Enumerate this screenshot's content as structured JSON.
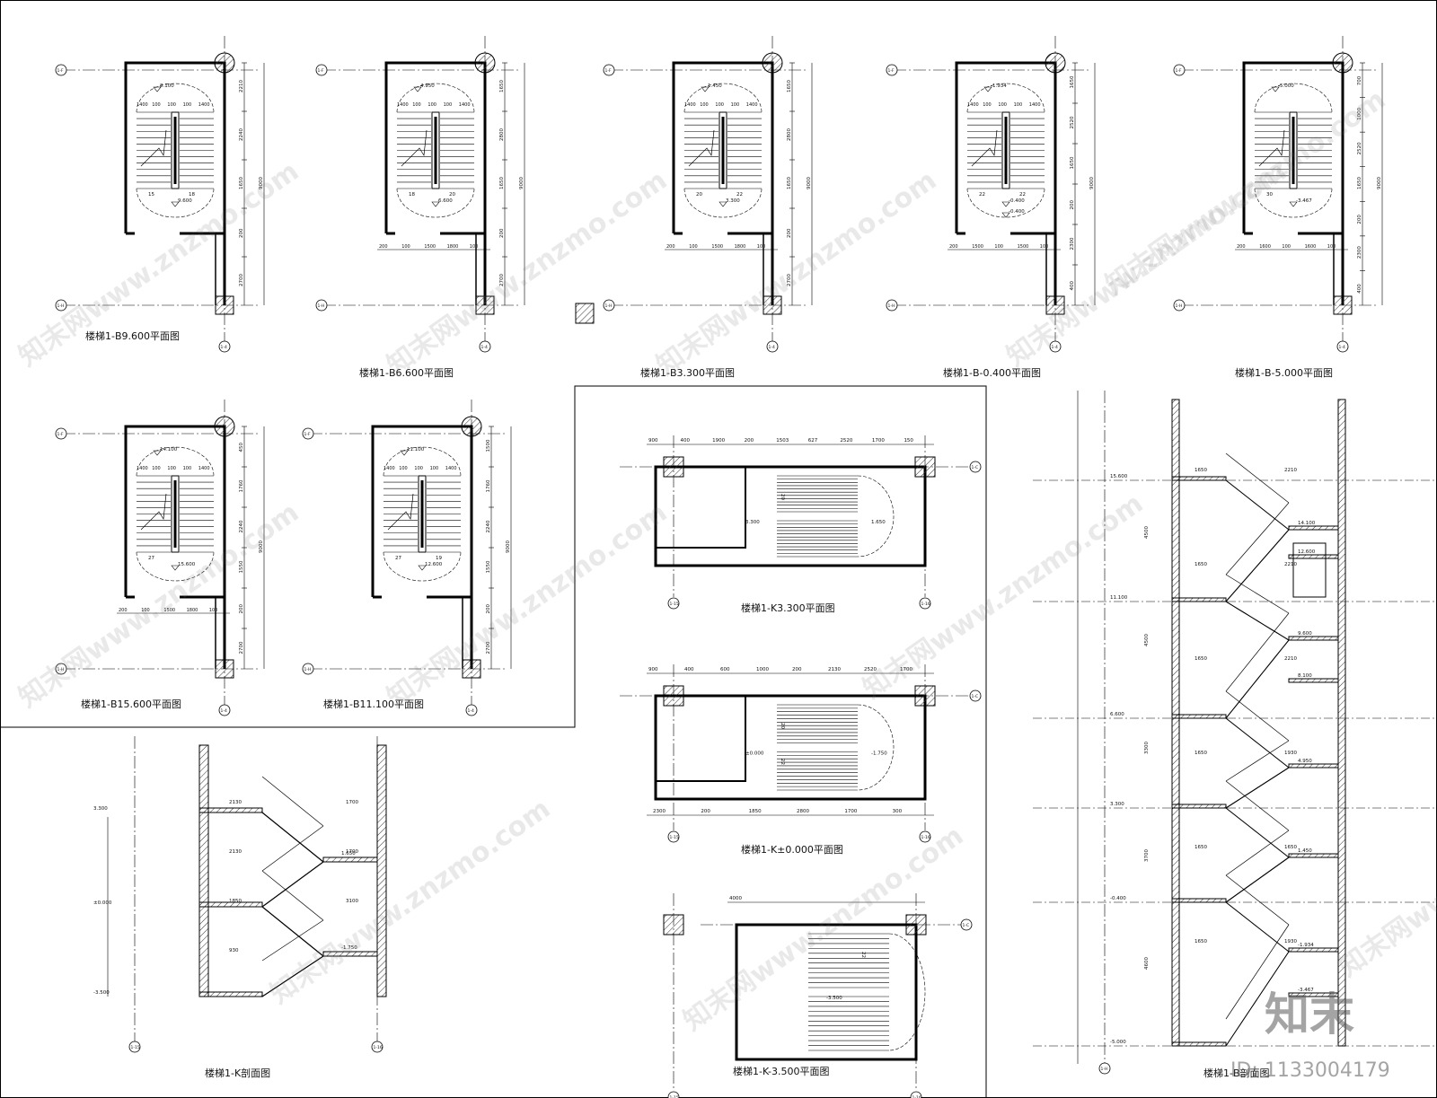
{
  "plans": [
    {
      "caption": "楼梯1-B9.600平面图",
      "axes": [
        "1-F",
        "1-H",
        "1-4"
      ],
      "dims_right": [
        "2210",
        "2240",
        "1650",
        "200",
        "2700"
      ],
      "dim_total": "9000",
      "dims_top": [
        "1400",
        "100",
        "100",
        "100",
        "1400"
      ],
      "dims_bottom": [],
      "levels": [
        "8.100",
        "9.600"
      ],
      "steps": [
        "15",
        "18"
      ]
    },
    {
      "caption": "楼梯1-B6.600平面图",
      "axes": [
        "1-F",
        "1-H",
        "1-4"
      ],
      "dims_right": [
        "1650",
        "2800",
        "1650",
        "200",
        "2700"
      ],
      "dim_total": "9000",
      "dims_top": [
        "1400",
        "100",
        "100",
        "100",
        "1400"
      ],
      "dims_bottom": [
        "200",
        "100",
        "1500",
        "1800",
        "100"
      ],
      "levels": [
        "4.950",
        "6.600"
      ],
      "steps": [
        "18",
        "20"
      ]
    },
    {
      "caption": "楼梯1-B3.300平面图",
      "axes": [
        "1-F",
        "1-H",
        "1-4"
      ],
      "dims_right": [
        "1650",
        "2800",
        "1650",
        "200",
        "2700"
      ],
      "dim_total": "9000",
      "dims_top": [
        "1400",
        "100",
        "100",
        "100",
        "1400"
      ],
      "dims_bottom": [
        "200",
        "100",
        "1500",
        "1800",
        "100"
      ],
      "levels": [
        "1.450",
        "3.300"
      ],
      "steps": [
        "20",
        "22"
      ]
    },
    {
      "caption": "楼梯1-B-0.400平面图",
      "axes": [
        "1-F",
        "1-H",
        "1-4"
      ],
      "dims_right": [
        "1650",
        "2520",
        "1650",
        "200",
        "2300",
        "400"
      ],
      "dim_total": "9000",
      "dims_top": [
        "1400",
        "100",
        "100",
        "100",
        "1400"
      ],
      "dims_bottom": [
        "200",
        "1500",
        "100",
        "1500",
        "100"
      ],
      "levels": [
        "-1.934",
        "-0.400",
        "-0.400"
      ],
      "steps": [
        "22",
        "22"
      ]
    },
    {
      "caption": "楼梯1-B-5.000平面图",
      "axes": [
        "1-F",
        "1-H",
        "1-4"
      ],
      "dims_right": [
        "700",
        "1000",
        "2520",
        "1650",
        "200",
        "2300",
        "400"
      ],
      "dim_total": "9000",
      "dims_top": [],
      "dims_bottom": [
        "200",
        "1600",
        "100",
        "1600",
        "100"
      ],
      "levels": [
        "-5.000",
        "-3.467"
      ],
      "steps": [
        "30"
      ]
    },
    {
      "caption": "楼梯1-B15.600平面图",
      "axes": [
        "1-F",
        "1-H",
        "1-4"
      ],
      "dims_right": [
        "450",
        "1760",
        "2240",
        "1550",
        "200",
        "2700"
      ],
      "dim_total": "9000",
      "dims_top": [
        "1400",
        "100",
        "100",
        "100",
        "1400"
      ],
      "dims_bottom": [
        "200",
        "100",
        "1500",
        "1800",
        "100"
      ],
      "levels": [
        "14.100",
        "15.600"
      ],
      "steps": [
        "27"
      ]
    },
    {
      "caption": "楼梯1-B11.100平面图",
      "axes": [
        "1-F",
        "1-H",
        "1-4"
      ],
      "dims_right": [
        "1500",
        "1760",
        "2240",
        "1550",
        "200",
        "2700"
      ],
      "dim_total": "9000",
      "dims_top": [
        "1400",
        "100",
        "100",
        "100",
        "1400"
      ],
      "dims_bottom": [],
      "levels": [
        "11.100",
        "12.600"
      ],
      "steps": [
        "27",
        "19"
      ]
    }
  ],
  "kplans": [
    {
      "caption": "楼梯1-K3.300平面图",
      "axes": [
        "1-C",
        "1-15",
        "1-16"
      ],
      "dims_top": [
        "900",
        "400",
        "1900",
        "200",
        "1503",
        "627",
        "2520",
        "1700",
        "150"
      ],
      "levels": [
        "3.300",
        "1.650"
      ],
      "steps": [
        "20"
      ]
    },
    {
      "caption": "楼梯1-K±0.000平面图",
      "axes": [
        "1-C",
        "1-15",
        "1-16"
      ],
      "dims_top": [
        "900",
        "400",
        "600",
        "1000",
        "200",
        "2130",
        "2520",
        "1700"
      ],
      "dims_bottom": [
        "2300",
        "200",
        "1850",
        "2800",
        "1700",
        "300"
      ],
      "levels": [
        "±0.000",
        "-1.750"
      ],
      "steps": [
        "20",
        "22"
      ]
    },
    {
      "caption": "楼梯1-K-3.500平面图",
      "axes": [
        "1-C",
        "1-15",
        "1-16"
      ],
      "dims_top": [
        "4000"
      ],
      "levels": [
        "-3.500"
      ],
      "steps": [
        "22"
      ]
    }
  ],
  "sections": [
    {
      "caption": "楼梯1-K剖面图",
      "axes": [
        "1-15",
        "1-16"
      ],
      "levels": [
        "3.300",
        "±0.000",
        "-3.500",
        "1.650",
        "-1.750"
      ],
      "dims": [
        "2130",
        "1700",
        "2130",
        "1700",
        "1850",
        "3100",
        "930"
      ]
    },
    {
      "caption": "楼梯1-B剖面图",
      "axes": [
        "1-H"
      ],
      "levels": [
        "15.600",
        "11.100",
        "6.600",
        "3.300",
        "-0.400",
        "-5.000",
        "14.100",
        "12.600",
        "9.600",
        "8.100",
        "4.950",
        "1.450",
        "-1.934",
        "-3.467"
      ],
      "dims": [
        "1650",
        "2210",
        "1650",
        "2210",
        "1650",
        "2210",
        "1650",
        "1930",
        "1650",
        "1650",
        "1650",
        "1930",
        "4500",
        "4500",
        "3300",
        "3700",
        "4600"
      ]
    }
  ],
  "watermark": "知末网www.znzmo.com",
  "brand": {
    "logo": "知末",
    "id": "ID: 1133004179"
  }
}
